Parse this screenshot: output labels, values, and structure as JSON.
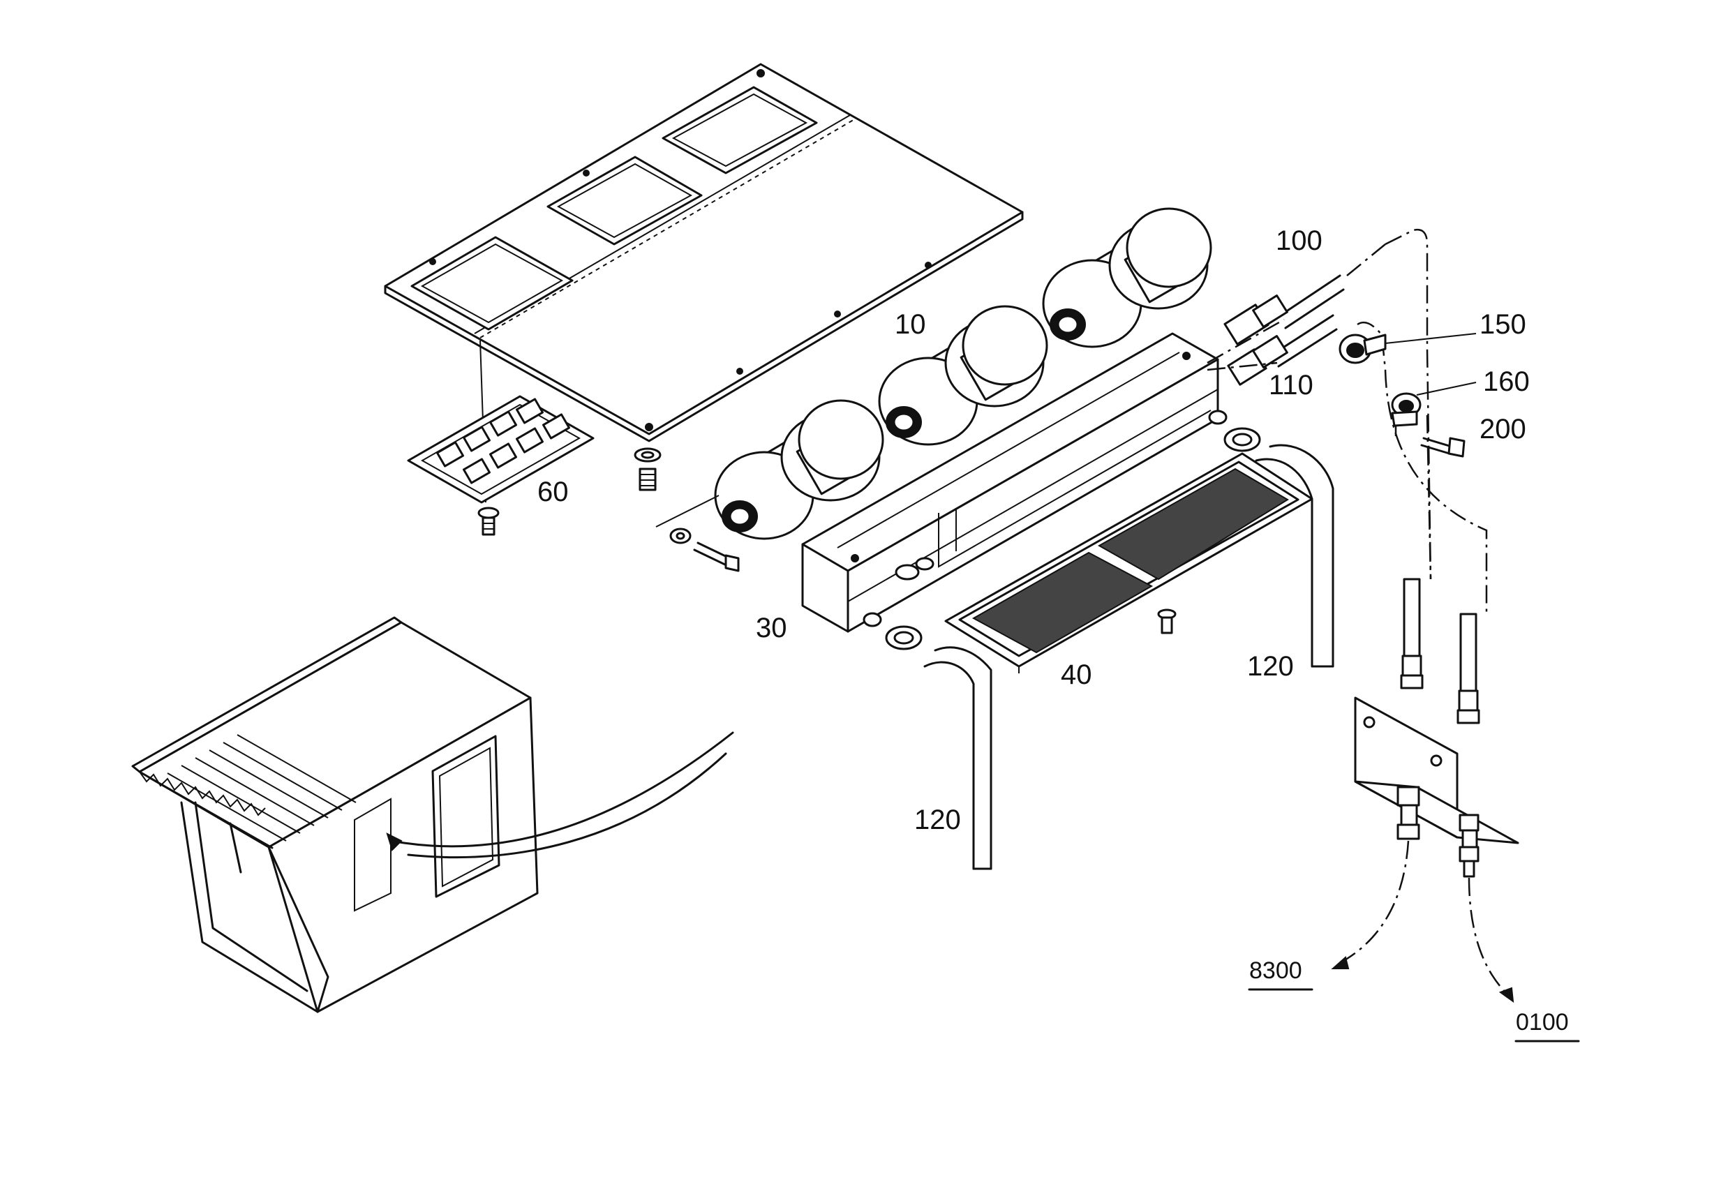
{
  "part_labels": {
    "p10": "10",
    "p30": "30",
    "p40": "40",
    "p60": "60",
    "p100": "100",
    "p110": "110",
    "p120a": "120",
    "p120b": "120",
    "p150": "150",
    "p160": "160",
    "p200": "200"
  },
  "references": {
    "ref_a": "8300",
    "ref_b": "0100"
  },
  "colors": {
    "ink": "#111111",
    "paper": "#ffffff"
  }
}
